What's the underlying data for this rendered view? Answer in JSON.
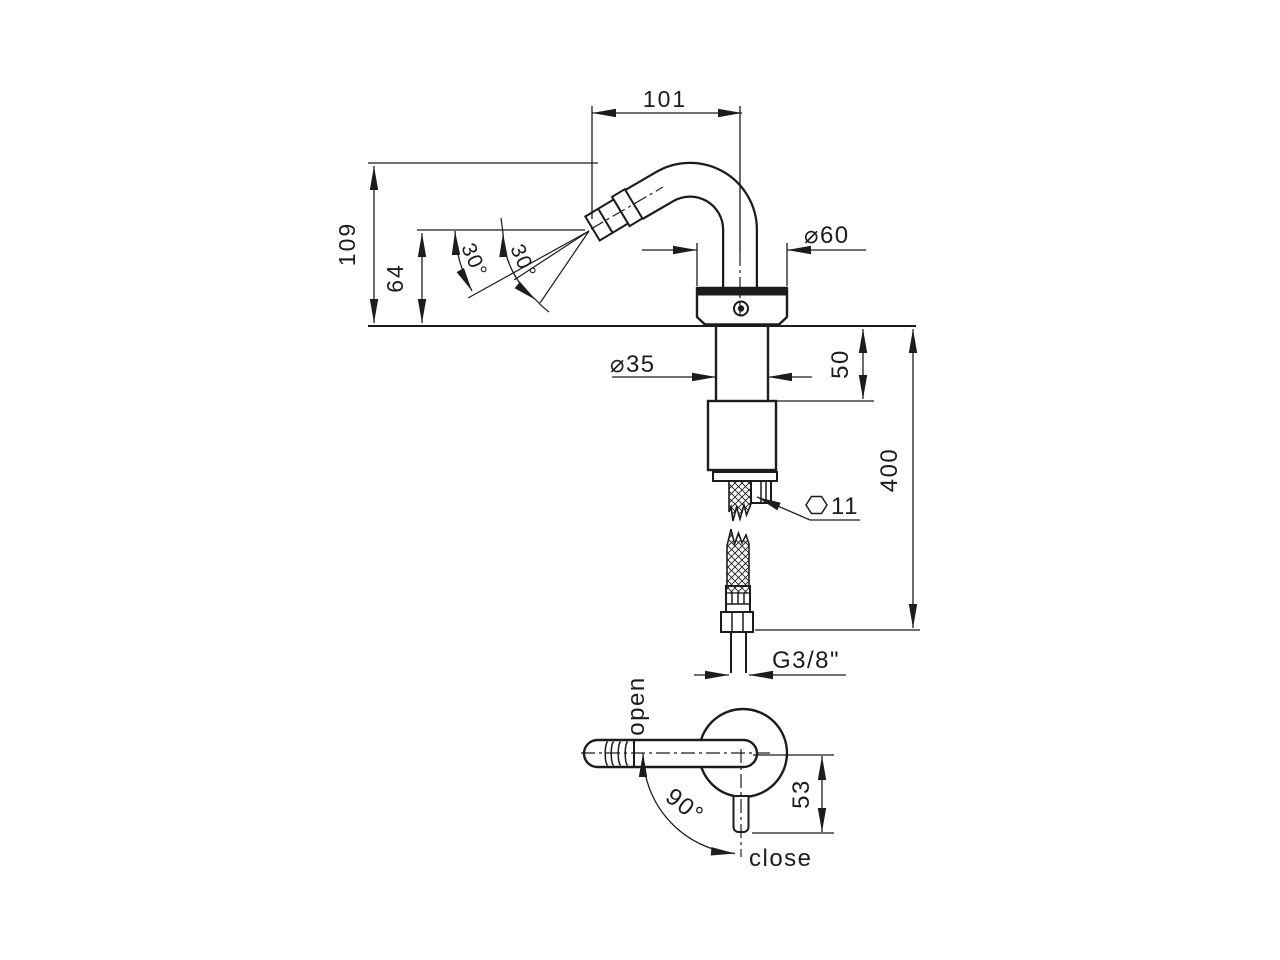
{
  "dimensions": {
    "spout_reach": "101",
    "spout_height": "109",
    "outlet_height": "64",
    "spray_angle_1": "30°",
    "spray_angle_2": "30°",
    "base_diameter": "⌀60",
    "body_diameter": "⌀35",
    "body_height": "50",
    "supply_hose_length": "400",
    "hex_size": "11",
    "connection_thread": "G3/8\"",
    "handle_rotation": "90°",
    "handle_height": "53"
  },
  "labels": {
    "open": "open",
    "close": "close"
  },
  "colors": {
    "line": "#1c1c1c",
    "background": "#ffffff"
  }
}
